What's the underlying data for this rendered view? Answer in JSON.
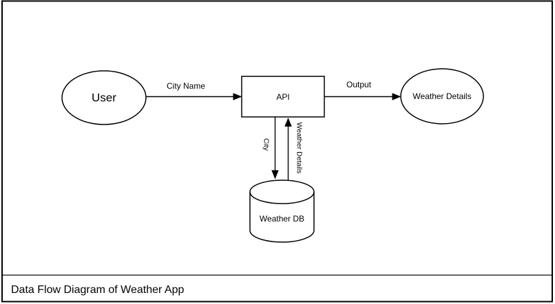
{
  "title_bar": {
    "title": "Data Flow Diagram of Weather App"
  },
  "diagram": {
    "type": "data-flow-diagram",
    "nodes": {
      "user": {
        "label": "User",
        "shape": "ellipse"
      },
      "api": {
        "label": "API",
        "shape": "rectangle"
      },
      "weather_details": {
        "label": "Weather Details",
        "shape": "ellipse"
      },
      "weather_db": {
        "label": "Weather DB",
        "shape": "cylinder"
      }
    },
    "edges": {
      "user_to_api": {
        "label": "City Name",
        "from": "user",
        "to": "api"
      },
      "api_to_weather_details": {
        "label": "Output",
        "from": "api",
        "to": "weather_details"
      },
      "api_to_weather_db": {
        "label": "City",
        "from": "api",
        "to": "weather_db"
      },
      "weather_db_to_api": {
        "label": "Weather Details",
        "from": "weather_db",
        "to": "api"
      }
    },
    "colors": {
      "stroke": "#000000",
      "text": "#000000",
      "node_fill": "#ffffff",
      "divider": "#666666",
      "background": "#ffffff"
    }
  }
}
